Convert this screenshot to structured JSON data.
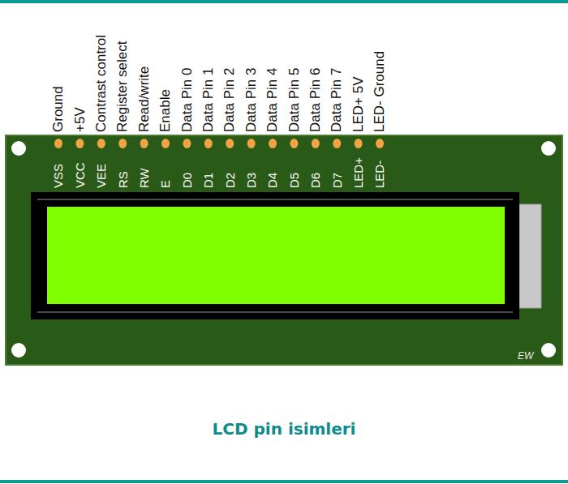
{
  "diagram": {
    "caption": "LCD pin isimleri",
    "labels": [
      "Ground",
      "+5V",
      "Contrast control",
      "Register select",
      "Read/write",
      "Enable",
      "Data Pin 0",
      "Data Pin 1",
      "Data Pin 2",
      "Data Pin 3",
      "Data Pin 4",
      "Data Pin 5",
      "Data Pin 6",
      "Data Pin 7",
      "LED+ 5V",
      "LED- Ground",
      "VSS",
      "VCC",
      "VEE",
      "RS",
      "RW",
      "E",
      "D0",
      "D1",
      "D2",
      "D3",
      "D4",
      "D5",
      "D6",
      "D7",
      "LED+",
      "LED-",
      "EW"
    ]
  }
}
